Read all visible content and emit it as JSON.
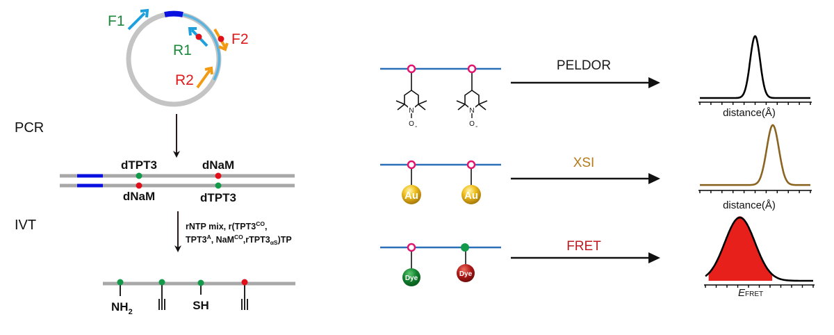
{
  "colors": {
    "gray_dna": "#a8a8a8",
    "plasmid_gray": "#c4c4c4",
    "blue_insert": "#0a10e0",
    "cyan_primer": "#1ea0dc",
    "orange_primer": "#f29a12",
    "green_label": "#1a8a3a",
    "red_label": "#e01818",
    "green_dot": "#12994a",
    "red_dot": "#e0101a",
    "rna_line": "#2a6fb8",
    "magenta_ring": "#e0166e",
    "xsi_color": "#b57a1a",
    "xsi_curve": "#8a6420",
    "fret_color": "#c01820",
    "fret_fill": "#e8201c"
  },
  "plasmid": {
    "primers": [
      {
        "label": "F1",
        "label_color": "green"
      },
      {
        "label": "R1",
        "label_color": "green"
      },
      {
        "label": "F2",
        "label_color": "red"
      },
      {
        "label": "R2",
        "label_color": "red"
      }
    ]
  },
  "steps": {
    "pcr": "PCR",
    "ivt": "IVT"
  },
  "dna": {
    "top_labels": [
      "dTPT3",
      "dNaM"
    ],
    "bottom_labels": [
      "dNaM",
      "dTPT3"
    ]
  },
  "ivt_reagents": {
    "line1_prefix": "rNTP mix, r(TPT3",
    "line1_sup": "CO",
    "line1_suffix": ",",
    "line2_a": "TPT3",
    "line2_a_sup": "A",
    "line2_b": ", NaM",
    "line2_b_sup": "CO",
    "line2_c": ",rTPT3",
    "line2_c_sub": "αS",
    "line2_d": ")TP"
  },
  "rna_products": {
    "groups": [
      {
        "label": "NH",
        "sub": "2",
        "dot": "green"
      },
      {
        "label": "|||",
        "dot": "green"
      },
      {
        "label": "SH",
        "dot": "green"
      },
      {
        "label": "|||",
        "dot": "red"
      }
    ]
  },
  "methods": [
    {
      "name": "PELDOR",
      "probe": "nitroxide",
      "color": "#1a1a1a",
      "xlabel": "distance(Å)"
    },
    {
      "name": "XSI",
      "probe": "Au",
      "color": "#b57a1a",
      "xlabel": "distance(Å)"
    },
    {
      "name": "FRET",
      "probe": "Dye",
      "color": "#c01820",
      "xlabel_main": "E",
      "xlabel_sub": "FRET"
    }
  ],
  "probes": {
    "nitroxide_atoms": {
      "n": "N",
      "o": "O",
      "charge": "-"
    },
    "gold": "Au",
    "dye": "Dye"
  },
  "chart_data": [
    {
      "type": "line",
      "title": "PELDOR",
      "xlabel": "distance(Å)",
      "ylabel": "",
      "xlim": [
        0,
        10
      ],
      "ylim": [
        0,
        1
      ],
      "x_ticks": 10,
      "series": [
        {
          "name": "PELDOR distance distribution",
          "peak_center": 5.0,
          "peak_width": 0.45,
          "peak_height": 1.0,
          "baseline": 0.0
        }
      ]
    },
    {
      "type": "line",
      "title": "XSI",
      "xlabel": "distance(Å)",
      "ylabel": "",
      "xlim": [
        0,
        10
      ],
      "ylim": [
        0,
        1
      ],
      "x_ticks": 10,
      "series": [
        {
          "name": "XSI distance distribution",
          "peak_center": 6.6,
          "peak_width": 0.55,
          "peak_height": 1.0,
          "baseline": 0.02
        }
      ]
    },
    {
      "type": "area",
      "title": "FRET",
      "xlabel": "E_FRET",
      "ylabel": "",
      "xlim": [
        0,
        10
      ],
      "ylim": [
        0,
        1
      ],
      "x_ticks": 10,
      "series": [
        {
          "name": "FRET histogram",
          "fill": "#e8201c",
          "peak_center": 3.2,
          "peak_width": 1.4,
          "peak_height": 1.0
        },
        {
          "name": "Gaussian fit",
          "peak_center": 3.2,
          "peak_width": 1.4,
          "peak_height": 1.0
        }
      ]
    }
  ]
}
